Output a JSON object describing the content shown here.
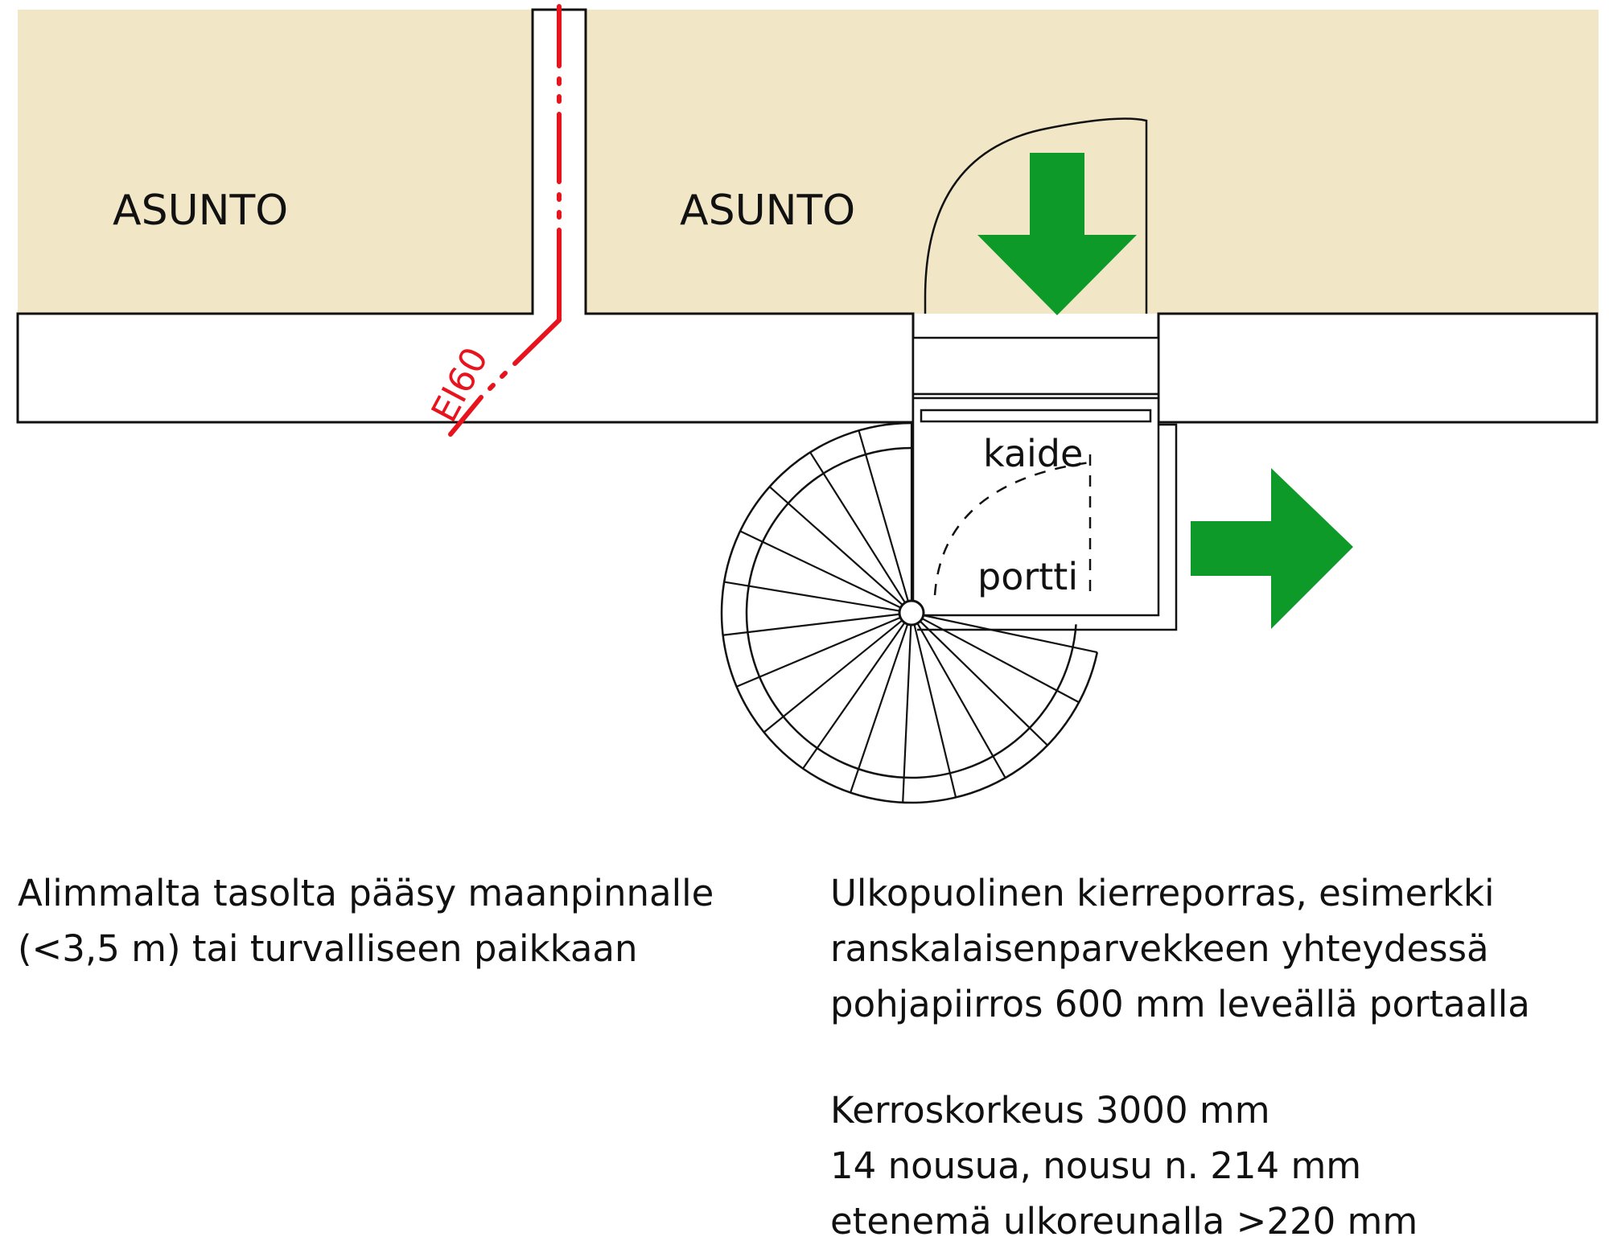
{
  "rooms": {
    "left_label": "ASUNTO",
    "right_label": "ASUNTO"
  },
  "fire_wall": {
    "label": "EI60",
    "color": "#e8141d"
  },
  "stair": {
    "railing_label": "kaide",
    "gate_label": "portti"
  },
  "arrows": {
    "color": "#0e9a29",
    "items": [
      {
        "name": "exit-down-arrow",
        "direction": "down"
      },
      {
        "name": "exit-right-arrow",
        "direction": "right"
      }
    ]
  },
  "colors": {
    "interior_fill": "#f1e7c7",
    "line": "#111111"
  },
  "notes": {
    "left": {
      "line1": "Alimmalta tasolta pääsy maanpinnalle",
      "line2": "(<3,5 m) tai turvalliseen paikkaan"
    },
    "right": {
      "line1": "Ulkopuolinen kierreporras, esimerkki",
      "line2": "ranskalaisenparvekkeen yhteydessä",
      "line3": "pohjapiirros 600 mm leveällä portaalla"
    },
    "spec": {
      "line1": "Kerroskorkeus 3000 mm",
      "line2": "14 nousua, nousu n. 214 mm",
      "line3": "etenemä ulkoreunalla >220 mm"
    }
  }
}
